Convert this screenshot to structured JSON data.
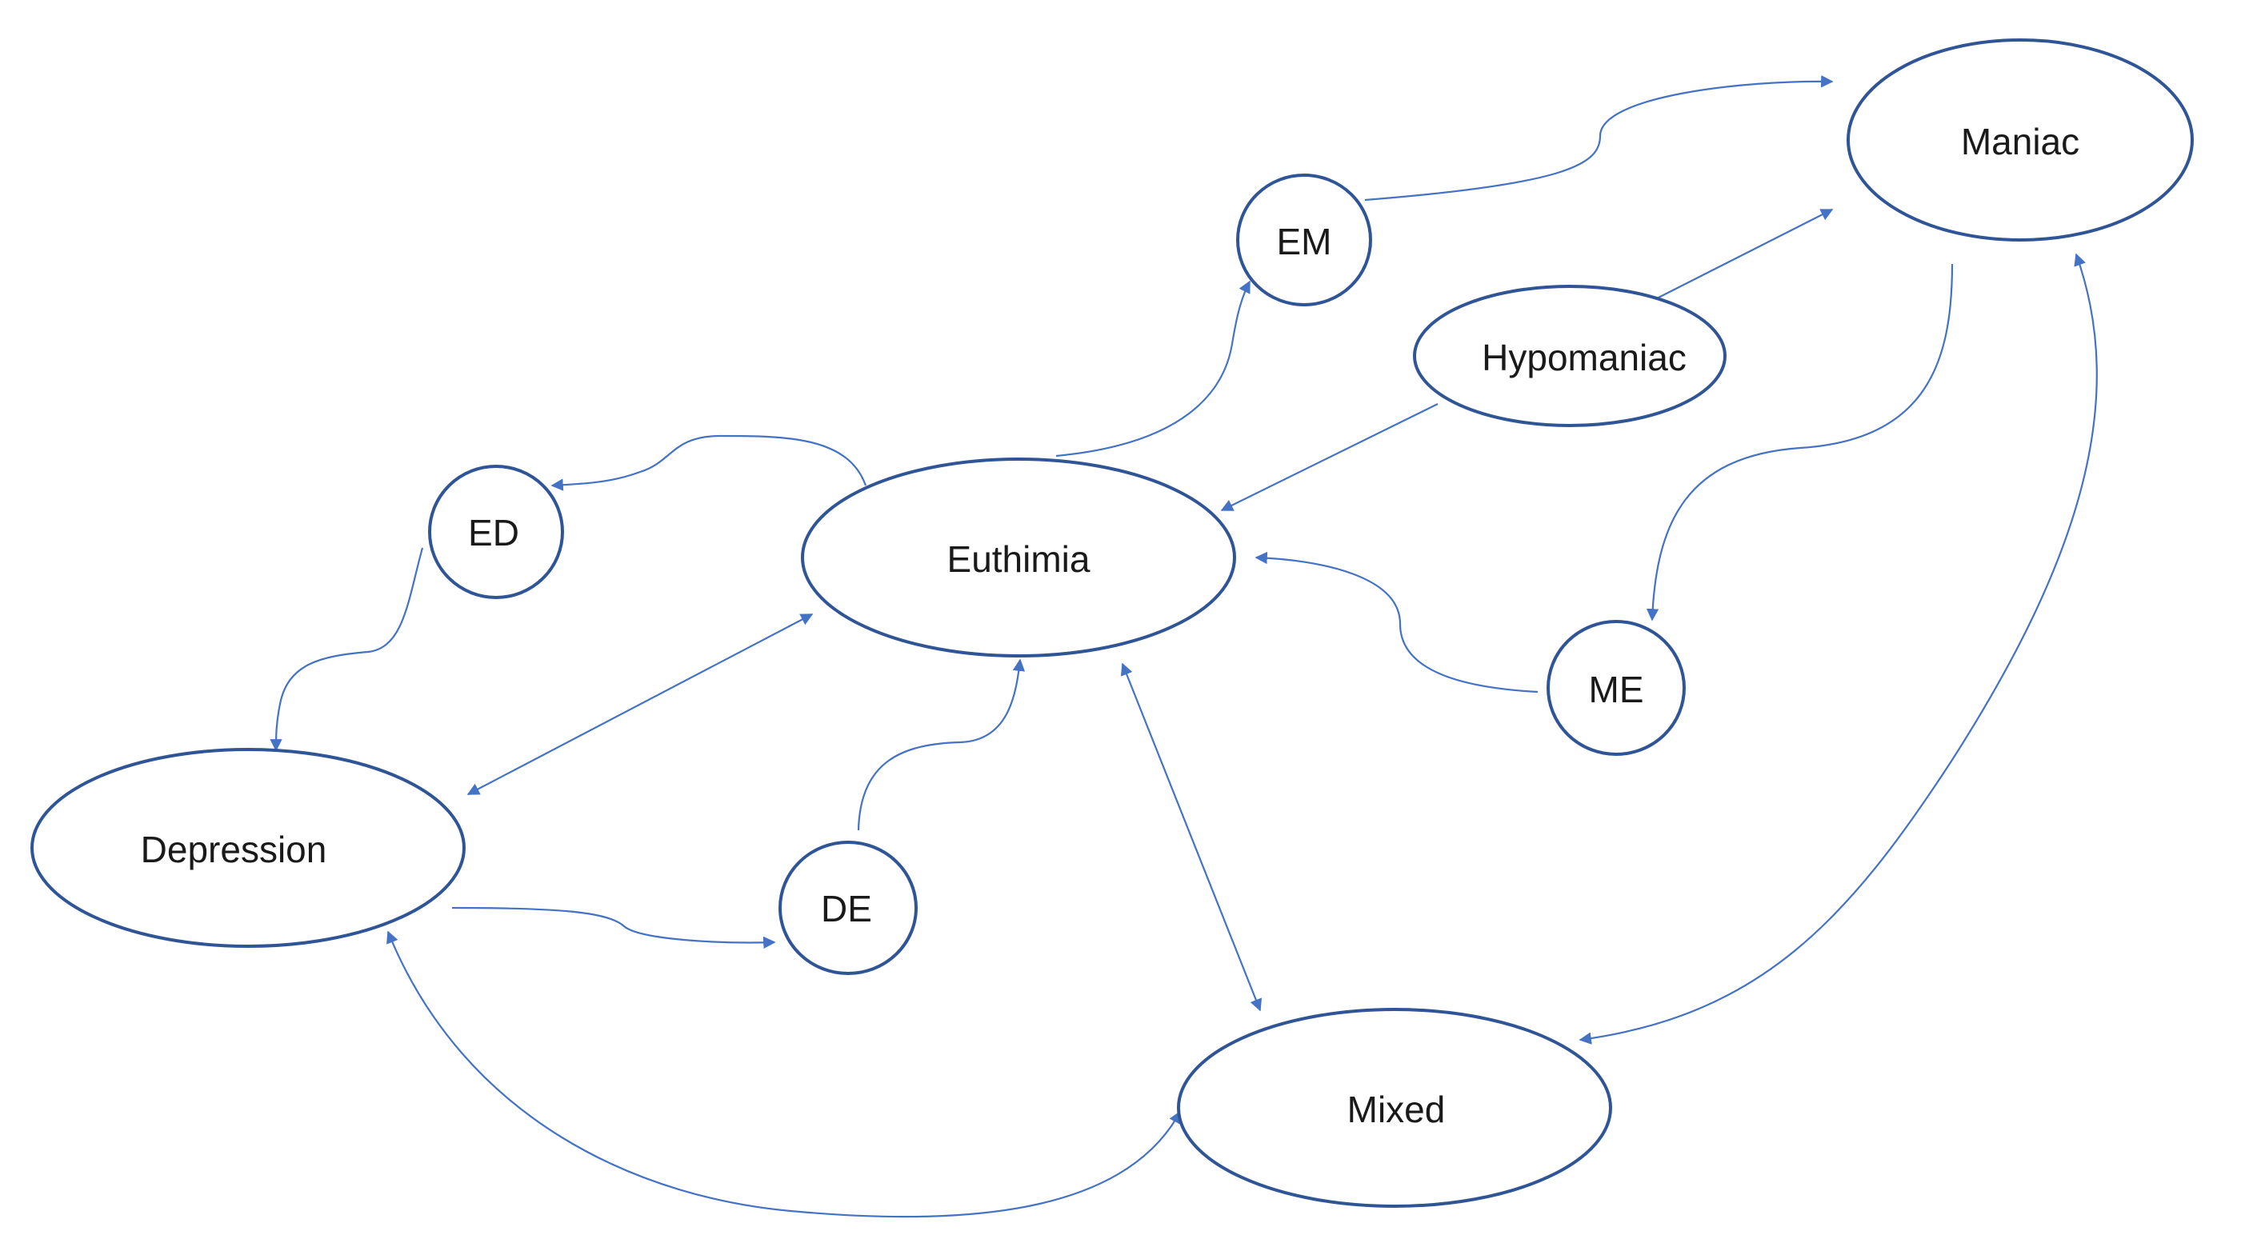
{
  "diagram": {
    "colors": {
      "node_stroke": "#2f5597",
      "edge": "#4472c4",
      "text": "#1a1a1a",
      "background": "#ffffff"
    },
    "nodes": {
      "maniac": {
        "label": "Maniac"
      },
      "em": {
        "label": "EM"
      },
      "hypomaniac": {
        "label": "Hypomaniac"
      },
      "ed": {
        "label": "ED"
      },
      "euthimia": {
        "label": "Euthimia"
      },
      "me": {
        "label": "ME"
      },
      "depression": {
        "label": "Depression"
      },
      "de": {
        "label": "DE"
      },
      "mixed": {
        "label": "Mixed"
      }
    },
    "edges": [
      {
        "from": "em",
        "to": "maniac",
        "direction": "forward"
      },
      {
        "from": "hypomaniac",
        "to": "maniac",
        "direction": "forward"
      },
      {
        "from": "hypomaniac",
        "to": "euthimia",
        "direction": "forward"
      },
      {
        "from": "euthimia",
        "to": "em",
        "direction": "forward"
      },
      {
        "from": "euthimia",
        "to": "ed",
        "direction": "forward"
      },
      {
        "from": "ed",
        "to": "depression",
        "direction": "forward"
      },
      {
        "from": "maniac",
        "to": "me",
        "direction": "forward"
      },
      {
        "from": "me",
        "to": "euthimia",
        "direction": "forward"
      },
      {
        "from": "depression",
        "to": "euthimia",
        "direction": "both"
      },
      {
        "from": "de",
        "to": "euthimia",
        "direction": "forward"
      },
      {
        "from": "depression",
        "to": "de",
        "direction": "forward"
      },
      {
        "from": "euthimia",
        "to": "mixed",
        "direction": "both"
      },
      {
        "from": "maniac",
        "to": "mixed",
        "direction": "both"
      },
      {
        "from": "depression",
        "to": "mixed",
        "direction": "both"
      }
    ]
  }
}
